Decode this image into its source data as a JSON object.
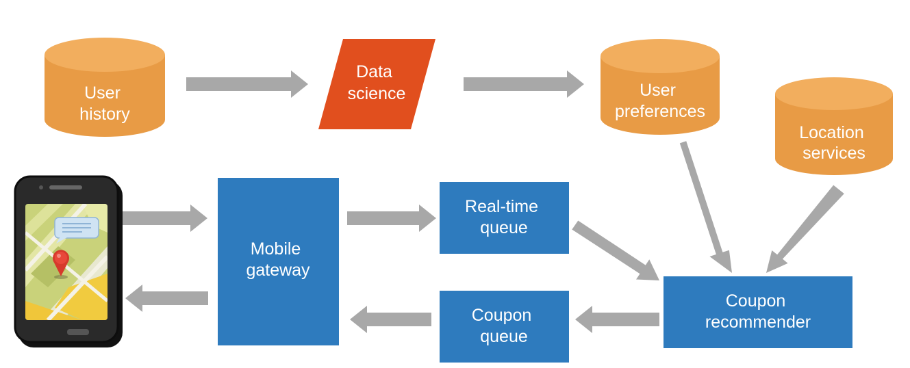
{
  "colors": {
    "database": "#E89B45",
    "database_top": "#F2AE5E",
    "process": "#E14F1E",
    "service": "#2E7BBE",
    "arrow": "#A8A8A8",
    "label": "#FFFFFF"
  },
  "nodes": {
    "user_history": {
      "line1": "User",
      "line2": "history",
      "shape": "database"
    },
    "data_science": {
      "line1": "Data",
      "line2": "science",
      "shape": "parallelogram"
    },
    "user_preferences": {
      "line1": "User",
      "line2": "preferences",
      "shape": "database"
    },
    "location_services": {
      "line1": "Location",
      "line2": "services",
      "shape": "database"
    },
    "mobile_gateway": {
      "line1": "Mobile",
      "line2": "gateway",
      "shape": "rectangle"
    },
    "realtime_queue": {
      "line1": "Real-time",
      "line2": "queue",
      "shape": "rectangle"
    },
    "coupon_queue": {
      "line1": "Coupon",
      "line2": "queue",
      "shape": "rectangle"
    },
    "coupon_recommender": {
      "line1": "Coupon",
      "line2": "recommender",
      "shape": "rectangle"
    },
    "phone": {
      "icon": "smartphone-map-icon"
    }
  },
  "edges": [
    {
      "from": "user_history",
      "to": "data_science"
    },
    {
      "from": "data_science",
      "to": "user_preferences"
    },
    {
      "from": "user_preferences",
      "to": "coupon_recommender"
    },
    {
      "from": "location_services",
      "to": "coupon_recommender"
    },
    {
      "from": "phone",
      "to": "mobile_gateway"
    },
    {
      "from": "mobile_gateway",
      "to": "phone"
    },
    {
      "from": "mobile_gateway",
      "to": "realtime_queue"
    },
    {
      "from": "realtime_queue",
      "to": "coupon_recommender"
    },
    {
      "from": "coupon_recommender",
      "to": "coupon_queue"
    },
    {
      "from": "coupon_queue",
      "to": "mobile_gateway"
    }
  ]
}
